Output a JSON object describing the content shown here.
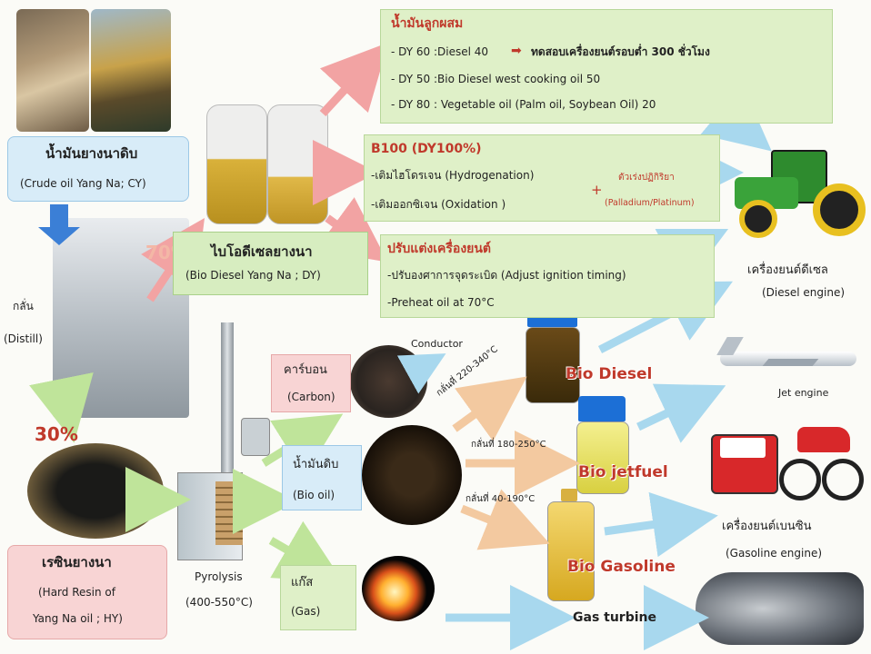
{
  "crude": {
    "thai": "น้ำมันยางนาดิบ",
    "en": "(Crude oil Yang Na; CY)"
  },
  "distill": {
    "thai": "กลั่น",
    "en": "(Distill)"
  },
  "pct70": "70%",
  "pct30": "30%",
  "biodiesel_yangna": {
    "thai": "ไบโอดีเซลยางนา",
    "en": "(Bio Diesel Yang Na ; DY)"
  },
  "blend": {
    "title": "น้ำมันลูกผสม",
    "line1_a": "- DY 60 :Diesel 40",
    "line1_b": "ทดสอบเครื่องยนต์รอบต่ำ 300 ชั่วโมง",
    "line2": "- DY 50 :Bio Diesel west cooking oil 50",
    "line3": "- DY 80 : Vegetable oil (Palm oil, Soybean Oil) 20"
  },
  "b100": {
    "title": "B100 (DY100%)",
    "line1": "-เติมไฮโดรเจน (Hydrogenation)",
    "line2": "-เติมออกซิเจน (Oxidation )",
    "catalyst_thai": "ตัวเร่งปฏิกิริยา",
    "catalyst_en": "(Palladium/Platinum)"
  },
  "engine_adj": {
    "title": "ปรับแต่งเครื่องยนต์",
    "line1": "-ปรับองศาการจุดระเบิด (Adjust ignition timing)",
    "line2": "-Preheat oil at 70°C"
  },
  "diesel_engine": {
    "thai": "เครื่องยนต์ดีเซล",
    "en": "(Diesel engine)"
  },
  "carbon": {
    "thai": "คาร์บอน",
    "en": "(Carbon)"
  },
  "conductor": "Conductor",
  "biooil": {
    "thai": "น้ำมันดิบ",
    "en": "(Bio oil)"
  },
  "gas": {
    "thai": "แก๊ส",
    "en": "(Gas)"
  },
  "resin": {
    "thai": "เรซินยางนา",
    "en1": "(Hard Resin of",
    "en2": "Yang Na oil ; HY)"
  },
  "pyrolysis": {
    "label": "Pyrolysis",
    "temp": "(400-550°C)"
  },
  "fractions": {
    "f1": "กลั่นที่ 220-340°C",
    "f2": "กลั่นที่ 180-250°C",
    "f3": "กลั่นที่ 40-190°C"
  },
  "products": {
    "biodiesel": "Bio Diesel",
    "biojetfuel": "Bio jetfuel",
    "biogasoline": "Bio Gasoline"
  },
  "jet_engine": "Jet engine",
  "gasoline_engine": {
    "thai": "เครื่องยนต์เบนซิน",
    "en": "(Gasoline engine)"
  },
  "gas_turbine": "Gas turbine"
}
